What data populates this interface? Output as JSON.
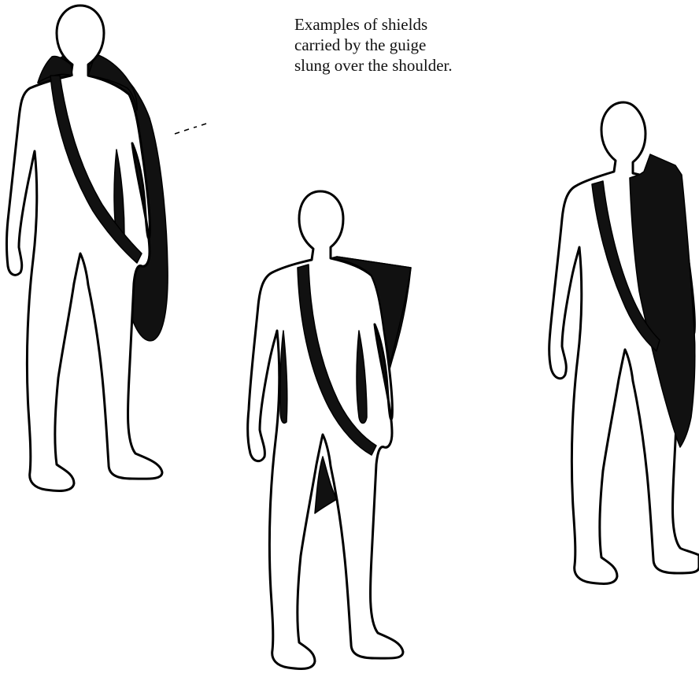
{
  "caption": {
    "lines": [
      "Examples of shields",
      "carried by the guige",
      "slung over the shoulder."
    ]
  },
  "figures": [
    {
      "shield_type": "kite-shield-rounded",
      "strap": "guige"
    },
    {
      "shield_type": "heater-shield",
      "strap": "guige"
    },
    {
      "shield_type": "kite-shield-pointed",
      "strap": "guige"
    }
  ],
  "colors": {
    "ink": "#000000",
    "background": "#ffffff"
  }
}
